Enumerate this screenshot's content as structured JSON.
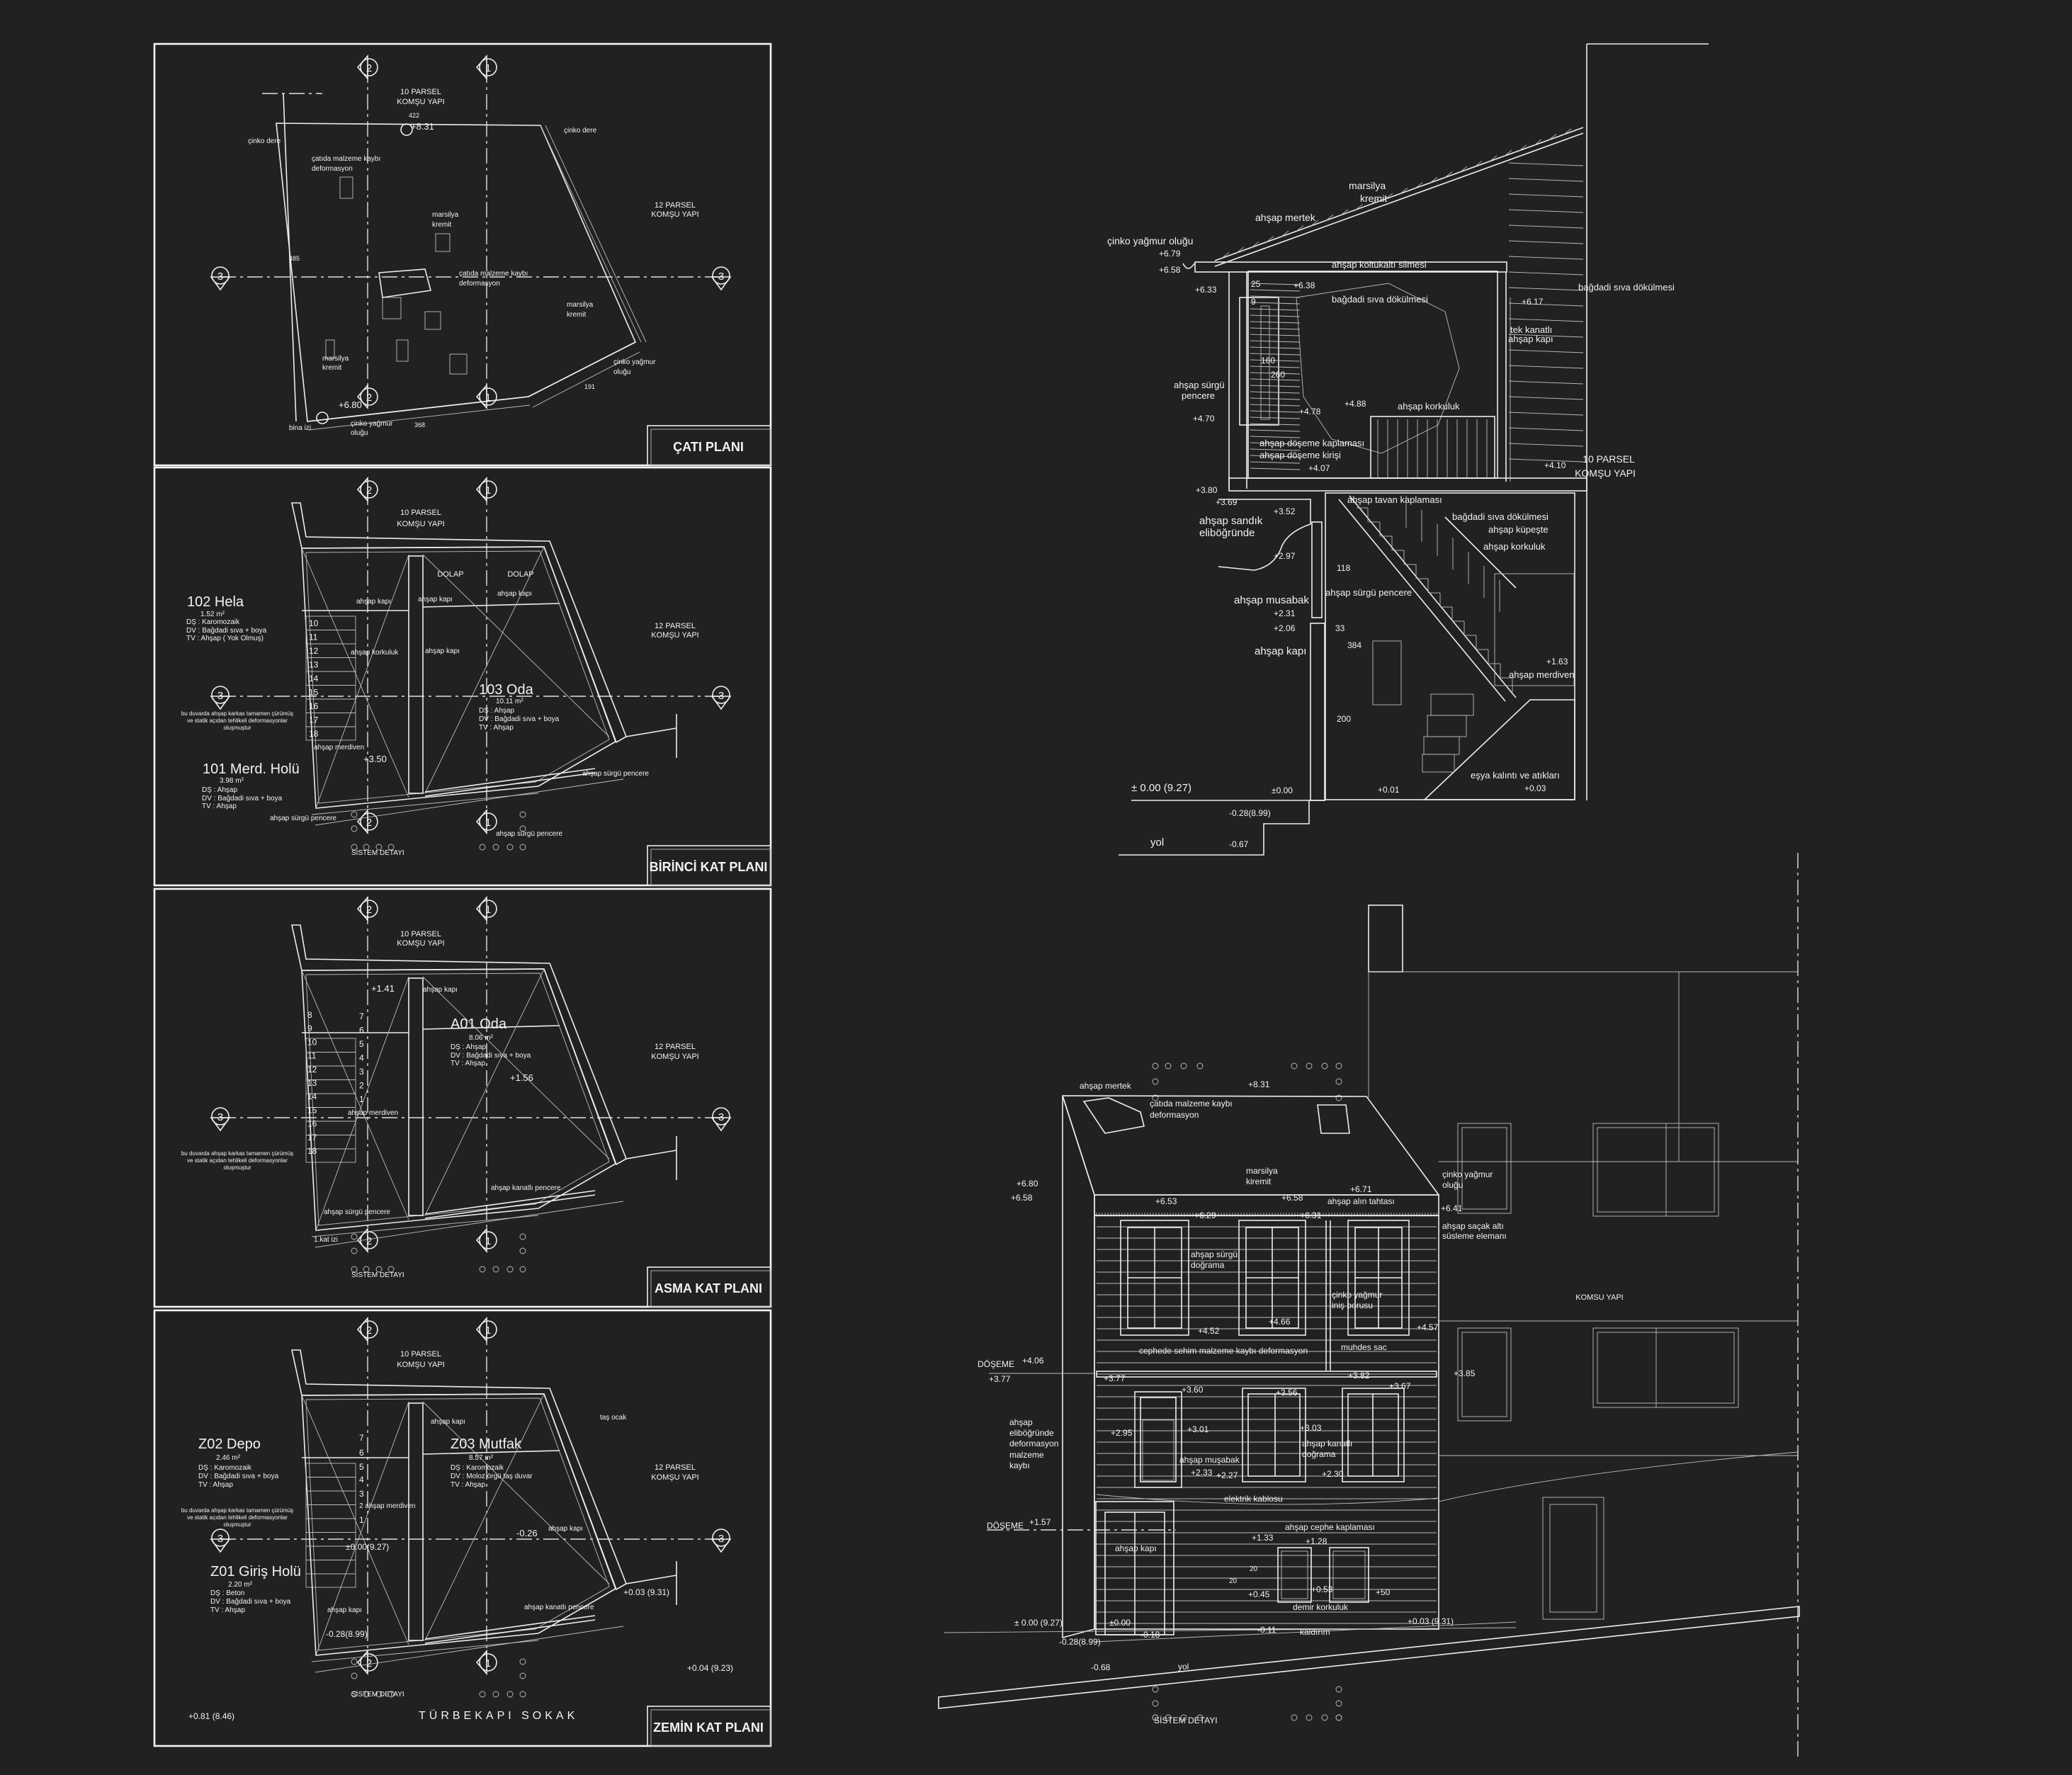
{
  "axis_labels": [
    "1",
    "2",
    "3"
  ],
  "plans": {
    "roof": {
      "title": "ÇATI PLANI",
      "labels": [
        "10 PARSEL",
        "KOMŞU YAPI",
        "+8.31",
        "çinko dere",
        "çinko dere",
        "çatıda malzeme kaybı",
        "deformasyon",
        "marsilya",
        "kremit",
        "çatıda malzeme kaybı",
        "deformasyon",
        "12 PARSEL",
        "KOMŞU YAPI",
        "marsilya",
        "kremit",
        "marsilya",
        "kremit",
        "çinko yağmur",
        "oluğu",
        "+6.80",
        "bina izi",
        "çinko yağmur",
        "oluğu",
        "368",
        "191",
        "422",
        "485"
      ]
    },
    "first_floor": {
      "title": "BİRİNCİ KAT PLANI",
      "labels": [
        "10 PARSEL",
        "KOMŞU YAPI",
        "102   Hela",
        "1.52  m²",
        "DŞ :  Karomozaik",
        "DV :  Bağdadi sıva + boya",
        "TV :  Ahşap ( Yok Olmuş)",
        "12 PARSEL",
        "KOMŞU YAPI",
        "DOLAP",
        "DOLAP",
        "ahşap kapı",
        "ahşap kapı",
        "ahşap kapı",
        "ahşap korkuluk",
        "ahşap kapı",
        "103   Oda",
        "10.11  m²",
        "DŞ :  Ahşap",
        "DV :  Bağdadi sıva + boya",
        "TV :  Ahşap",
        "bu duvarda ahşap karkas tamamen çürümüş",
        "ve statik açıdan tehlikeli deformasyonlar",
        "oluşmuştur",
        "ahşap merdiven",
        "+3.50",
        "101   Merd. Holü",
        "3.98  m²",
        "DŞ :  Ahşap",
        "DV :  Bağdadi sıva + boya",
        "TV :  Ahşap",
        "ahşap sürgü pencere",
        "ahşap sürgü pencere",
        "ahşap sürgü pencere",
        "SİSTEM DETAYI"
      ],
      "stair_numbers": [
        "10",
        "11",
        "12",
        "13",
        "14",
        "15",
        "16",
        "17",
        "18"
      ]
    },
    "mezzanine": {
      "title": "ASMA KAT PLANI",
      "labels": [
        "10 PARSEL",
        "KOMŞU YAPI",
        "A01   Oda",
        "8.06  m²",
        "DŞ :  Ahşap",
        "DV :  Bağdadi sıva + boya",
        "TV :  Ahşap",
        "12 PARSEL",
        "KOMŞU YAPI",
        "+1.41",
        "ahşap kapı",
        "+1.56",
        "ahşap merdiven",
        "bu duvarda ahşap karkas tamamen çürümüş",
        "ve statik açıdan tehlikeli deformasyonlar",
        "oluşmuştur",
        "ahşap kanatlı pencere",
        "ahşap sürgü pencere",
        "1.kat izi",
        "SİSTEM DETAYI"
      ],
      "stair_numbers_left": [
        "8",
        "9",
        "10",
        "11",
        "12",
        "13",
        "14",
        "15",
        "16",
        "17",
        "18"
      ],
      "stair_numbers_right": [
        "7",
        "6",
        "5",
        "4",
        "3",
        "2",
        "1"
      ]
    },
    "ground_floor": {
      "title": "ZEMİN KAT PLANI",
      "street": "TÜRBEKAPI SOKAK",
      "labels": [
        "10 PARSEL",
        "KOMŞU YAPI",
        "Z02   Depo",
        "2.46  m²",
        "DŞ :  Karomozaik",
        "DV :  Bağdadi sıva + boya",
        "TV :  Ahşap",
        "Z03   Mutfak",
        "8.57  m²",
        "DŞ :  Karomozaik",
        "DV :  Moloz örgü taş duvar",
        "TV :  Ahşap",
        "taş ocak",
        "ahşap kapı",
        "12 PARSEL",
        "KOMŞU YAPI",
        "2 ahşap merdiven",
        "bu duvarda ahşap karkas tamamen çürümüş",
        "ve statik açıdan tehlikeli deformasyonlar",
        "oluşmuştur",
        "-0.26",
        "ahşap kapı",
        "±0.00(9.27)",
        "Z01   Giriş Holü",
        "2.20  m²",
        "DŞ :  Beton",
        "DV :  Bağdadi sıva + boya",
        "TV :  Ahşap",
        "ahşap kapı",
        "ahşap kanatlı pencere",
        "+0.03 (9.31)",
        "-0.28(8.99)",
        "+0.04 (9.23)",
        "SİSTEM DETAYI",
        "+0.81 (8.46)"
      ],
      "stair_numbers": [
        "7",
        "6",
        "5",
        "4",
        "3",
        "1"
      ]
    }
  },
  "section": {
    "labels": [
      "marsilya",
      "kremit",
      "ahşap mertek",
      "çinko yağmur oluğu",
      "+6.79",
      "+6.58",
      "ahşap koltukaltı silmesi",
      "+6.33",
      "+6.38",
      "bağdadi sıva dökülmesi",
      "bağdadi sıva dökülmesi",
      "+6.17",
      "tek kanatlı",
      "ahşap kapı",
      "ahşap sürgü",
      "pencere",
      "160",
      "260",
      "+4.70",
      "+4.78",
      "+4.88",
      "ahşap korkuluk",
      "ahşap döşeme kaplaması",
      "ahşap döşeme kirişi",
      "+4.07",
      "+4.10",
      "10 PARSEL",
      "KOMŞU YAPI",
      "+3.80",
      "+3.69",
      "+3.52",
      "ahşap sandık",
      "eliböğründe",
      "ahşap tavan kaplaması",
      "bağdadi sıva dökülmesi",
      "ahşap küpeşte",
      "ahşap korkuluk",
      "+2.97",
      "118",
      "ahşap musabak",
      "+2.31",
      "ahşap sürgü pencere",
      "+2.06",
      "33",
      "ahşap kapı",
      "384",
      "+1.63",
      "ahşap merdiven",
      "200",
      "eşya kalıntı ve atıkları",
      "+0.03",
      "± 0.00 (9.27)",
      "±0.00",
      "+0.01",
      "-0.28(8.99)",
      "yol",
      "-0.67",
      "25",
      "9"
    ]
  },
  "elevation": {
    "labels": [
      "ahşap mertek",
      "+8.31",
      "çatıda malzeme kaybı",
      "deformasyon",
      "marsilya",
      "kiremit",
      "çinko yağmur",
      "oluğu",
      "+6.80",
      "+6.58",
      "+6.53",
      "+6.58",
      "+6.71",
      "ahşap alın tahtası",
      "+6.41",
      "ahşap saçak altı",
      "süsleme elemanı",
      "+6.29",
      "+6.31",
      "ahşap sürgü",
      "doğrama",
      "çinko yağmur",
      "iniş borusu",
      "+4.66",
      "+4.52",
      "+4.57",
      "cephede sehim malzeme kaybı deformasyon",
      "muhdes sac",
      "DÖŞEME",
      "+4.06",
      "+3.77",
      "+3.77",
      "+3.82",
      "+3.85",
      "+3.60",
      "+3.56",
      "+3.67",
      "ahşap",
      "eliböğründe",
      "deformasyon",
      "malzeme",
      "kaybı",
      "+2.95",
      "+3.01",
      "+3.03",
      "ahşap kanatlı",
      "doğrama",
      "ahşap muşabak",
      "+2.33",
      "+2.27",
      "+2.30",
      "elektrik kablosu",
      "DÖŞEME",
      "+1.57",
      "ahşap cephe kaplaması",
      "+1.33",
      "+1.28",
      "ahşap kapı",
      "20",
      "20",
      "+0.45",
      "+0.53",
      "+50",
      "demir korkuluk",
      "± 0.00 (9.27)",
      "±0.00",
      "-0.18",
      "-0.11",
      "kaldırım",
      "+0.03 (9.31)",
      "-0.28(8.99)",
      "-0.68",
      "yol",
      "SİSTEM DETAYI"
    ],
    "neighbor_label": "KOMSU YAPI"
  }
}
